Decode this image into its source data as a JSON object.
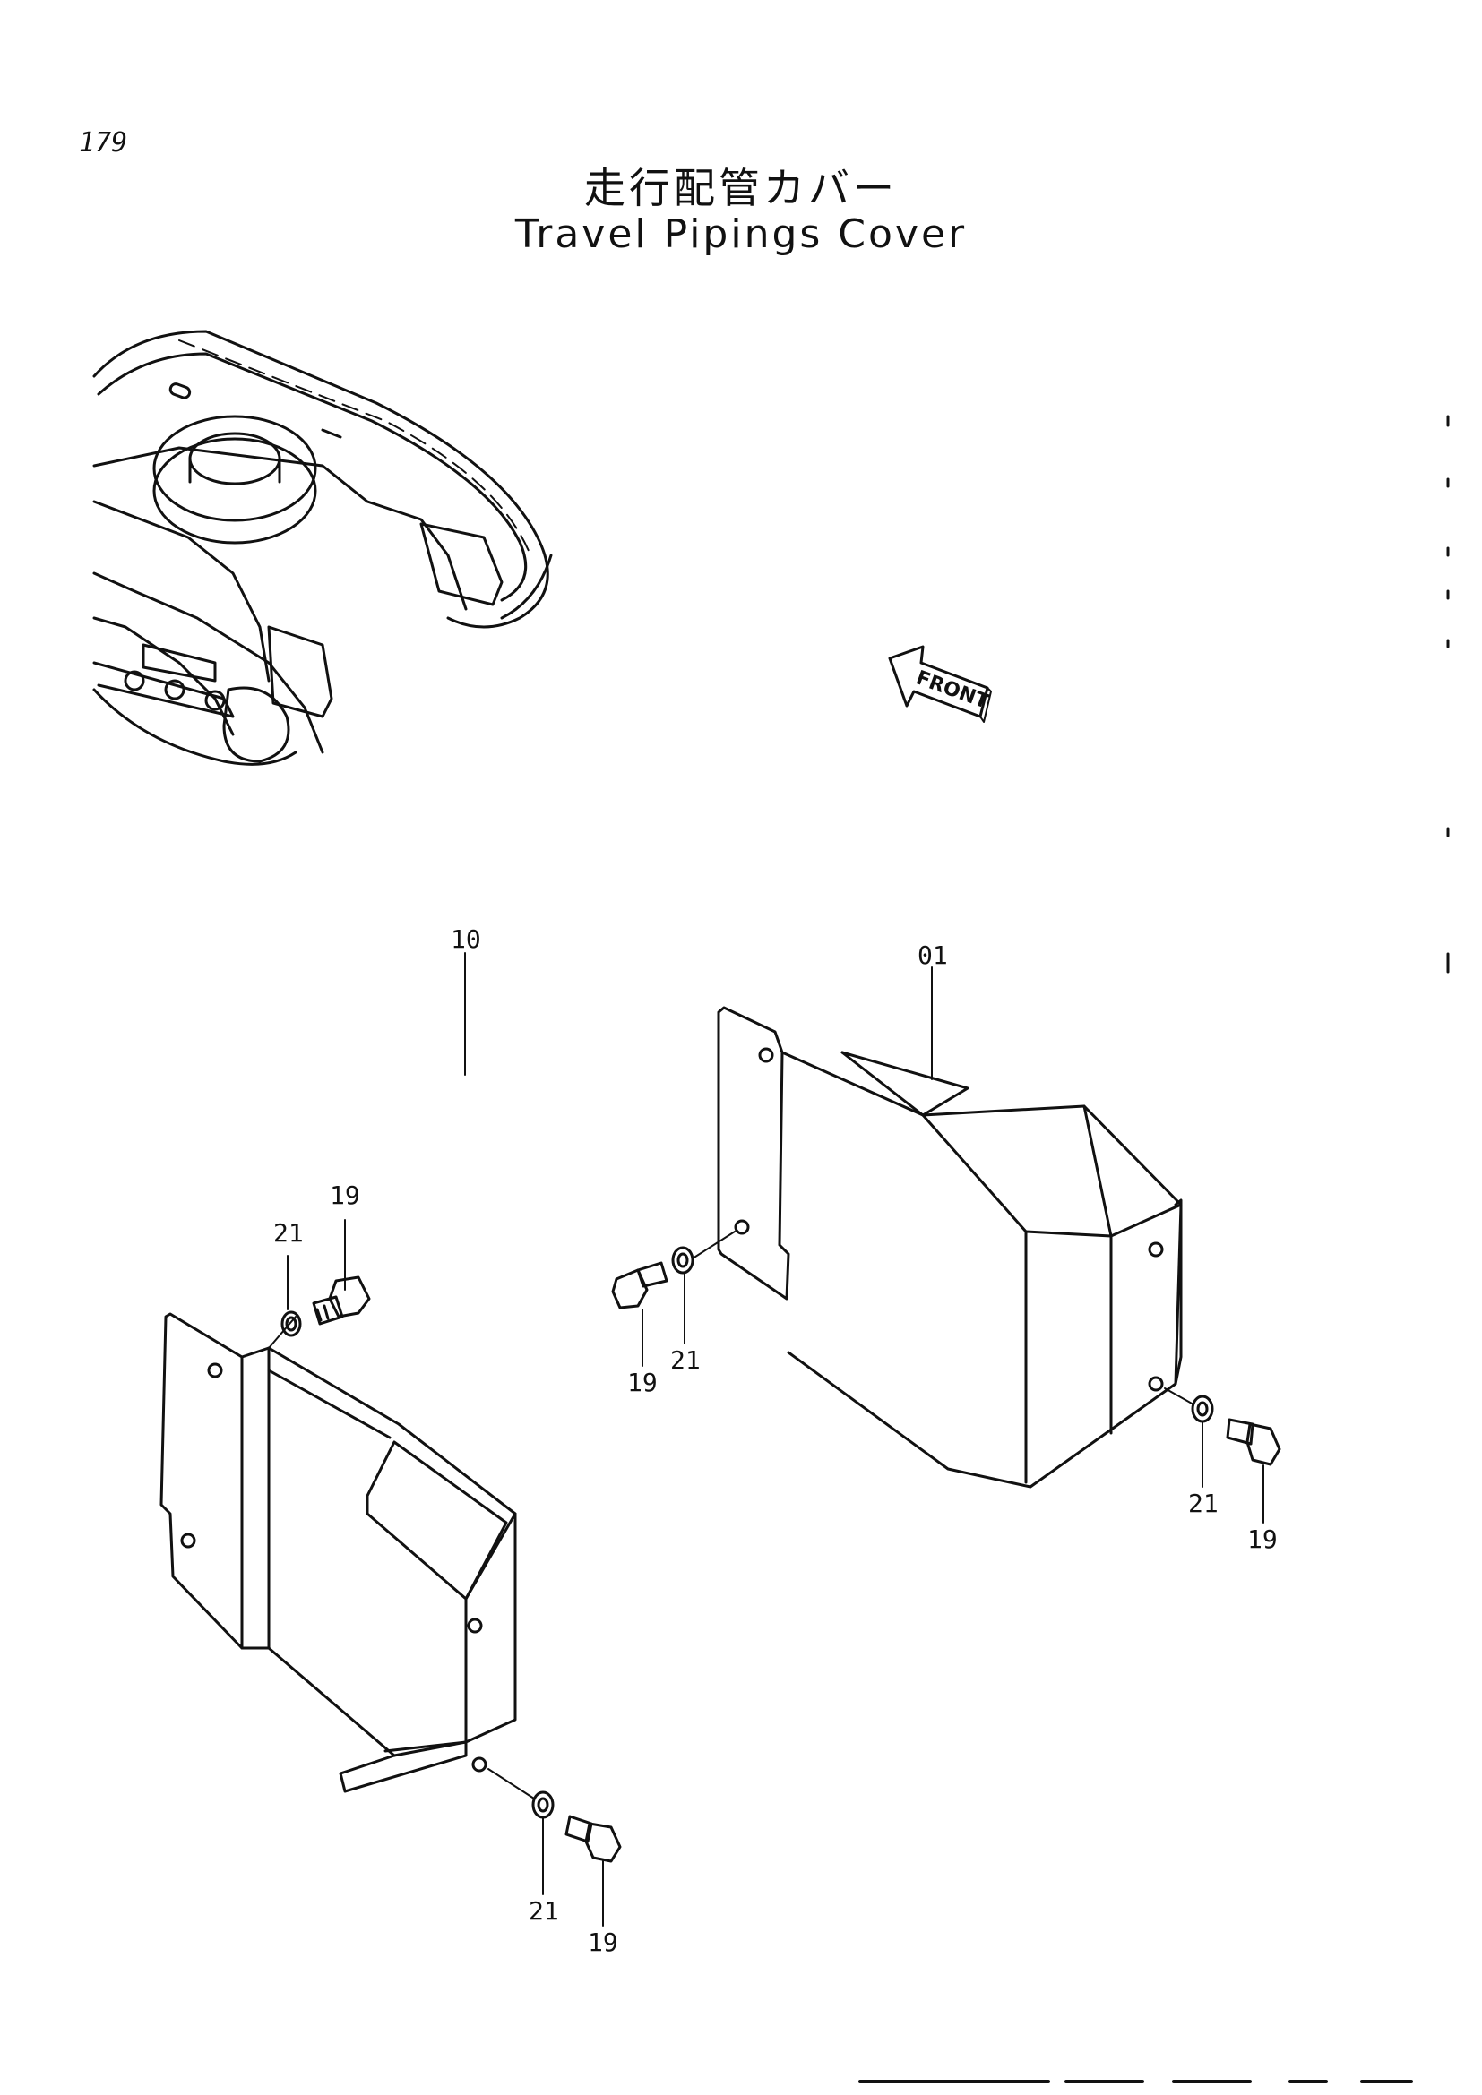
{
  "page_number": "179",
  "title_japanese": "走行配管カバー",
  "title_english": "Travel Pipings Cover",
  "front_indicator": "FRONT",
  "callouts": {
    "cover_right": "01",
    "cover_left": "10",
    "bolt_left_top": "19",
    "washer_left_top": "21",
    "bolt_right_left": "19",
    "washer_right_left": "21",
    "washer_right_bottom": "21",
    "bolt_right_bottom": "19",
    "washer_left_bottom": "21",
    "bolt_left_bottom": "19"
  }
}
